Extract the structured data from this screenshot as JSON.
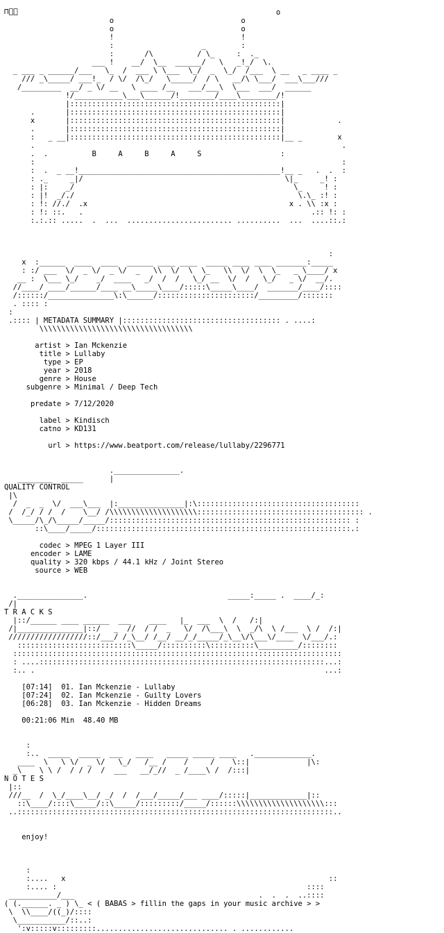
{
  "header_mark": "⊓ิิ",
  "logo_letters": "B     A     B     A     S",
  "sections": {
    "metadata_title": "METADATA SUMMARY",
    "quality_title": "QUALITY CONTROL",
    "tracks_title": "T R A C K S",
    "notes_title": "N O T E S"
  },
  "metadata": {
    "artist_label": "artist",
    "artist": "Ian Mckenzie",
    "title_label": "title",
    "title": "Lullaby",
    "type_label": "type",
    "type": "EP",
    "year_label": "year",
    "year": "2018",
    "genre_label": "genre",
    "genre": "House",
    "subgenre_label": "subgenre",
    "subgenre": "Minimal / Deep Tech",
    "predate_label": "predate",
    "predate": "7/12/2020",
    "label_label": "label",
    "label": "Kindisch",
    "catno_label": "catno",
    "catno": "KD131",
    "url_label": "url",
    "url": "https://www.beatport.com/release/lullaby/2296771"
  },
  "quality": {
    "codec_label": "codec",
    "codec": "MPEG 1 Layer III",
    "encoder_label": "encoder",
    "encoder": "LAME",
    "quality_label": "quality",
    "quality": "320 kbps / 44.1 kHz / Joint Stereo",
    "source_label": "source",
    "source": "WEB"
  },
  "tracks": [
    {
      "time": "[07:14]",
      "entry": "01. Ian Mckenzie - Lullaby"
    },
    {
      "time": "[07:24]",
      "entry": "02. Ian Mckenzie - Guilty Lovers"
    },
    {
      "time": "[06:28]",
      "entry": "03. Ian Mckenzie - Hidden Dreams"
    }
  ],
  "totals": {
    "duration": "00:21:06 Min",
    "size": "48.40 MB"
  },
  "notes": {
    "text": "enjoy!"
  },
  "footer": {
    "tagline": "BABAS",
    "text": "fillin the gaps in your music archive"
  }
}
